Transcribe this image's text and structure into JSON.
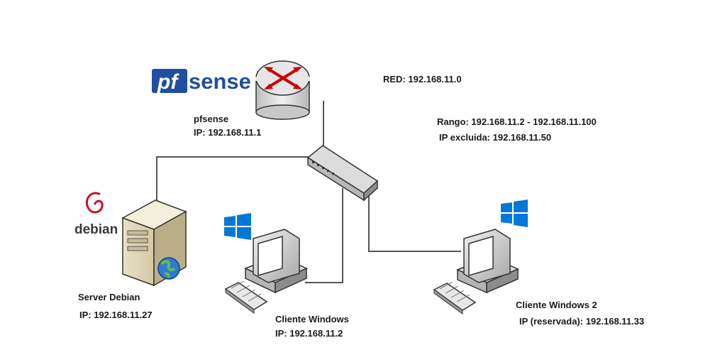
{
  "pfsense_logo": {
    "pf": "pf",
    "sense": "sense",
    "colors": {
      "pf_bg": "#1e4fa0",
      "sense_text": "#1e4fa0"
    }
  },
  "debian_logo": {
    "text": "debian",
    "swirl_color": "#c8102e"
  },
  "router": {
    "name": "pfsense",
    "ip_label": "IP: 192.168.11.1",
    "icon": "router-icon"
  },
  "network": {
    "red_label": "RED:  192.168.11.0",
    "rango_label": "Rango: 192.168.11.2 - 192.168.11.100",
    "excluida_label": "IP excluida: 192.168.11.50"
  },
  "switch": {
    "icon": "switch-icon"
  },
  "server": {
    "name": "Server Debian",
    "ip_label": "IP: 192.168.11.27",
    "icon": "server-icon"
  },
  "client1": {
    "name": "Cliente Windows",
    "ip_label": "IP: 192.168.11.2",
    "icon": "desktop-computer-icon"
  },
  "client2": {
    "name": "Cliente Windows 2",
    "ip_label": "IP (reservada): 192.168.11.33",
    "icon": "desktop-computer-icon"
  },
  "colors": {
    "windows_blue": "#0078d7",
    "cable": "#555555"
  }
}
